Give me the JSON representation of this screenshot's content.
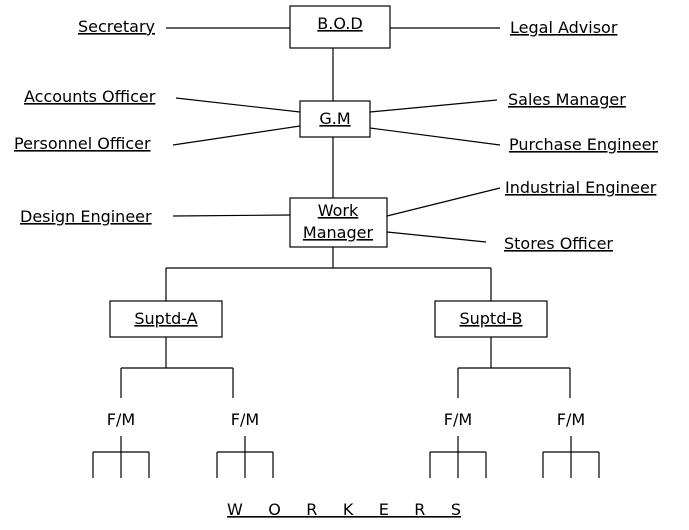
{
  "nodes": {
    "bod": "B.O.D",
    "gm": "G.M",
    "work_manager_line1": "Work",
    "work_manager_line2": "Manager",
    "suptd_a": "Suptd-A",
    "suptd_b": "Suptd-B"
  },
  "staff": {
    "secretary": "Secretary",
    "legal_advisor": "Legal Advisor",
    "accounts_officer": "Accounts Officer",
    "personnel_officer": "Personnel Officer",
    "sales_manager": "Sales Manager",
    "purchase_engineer": "Purchase Engineer",
    "industrial_engineer": "Industrial Engineer",
    "design_engineer": "Design Engineer",
    "stores_officer": "Stores Officer"
  },
  "foremen": [
    "F/M",
    "F/M",
    "F/M",
    "F/M"
  ],
  "workers": "W O R K E R S"
}
